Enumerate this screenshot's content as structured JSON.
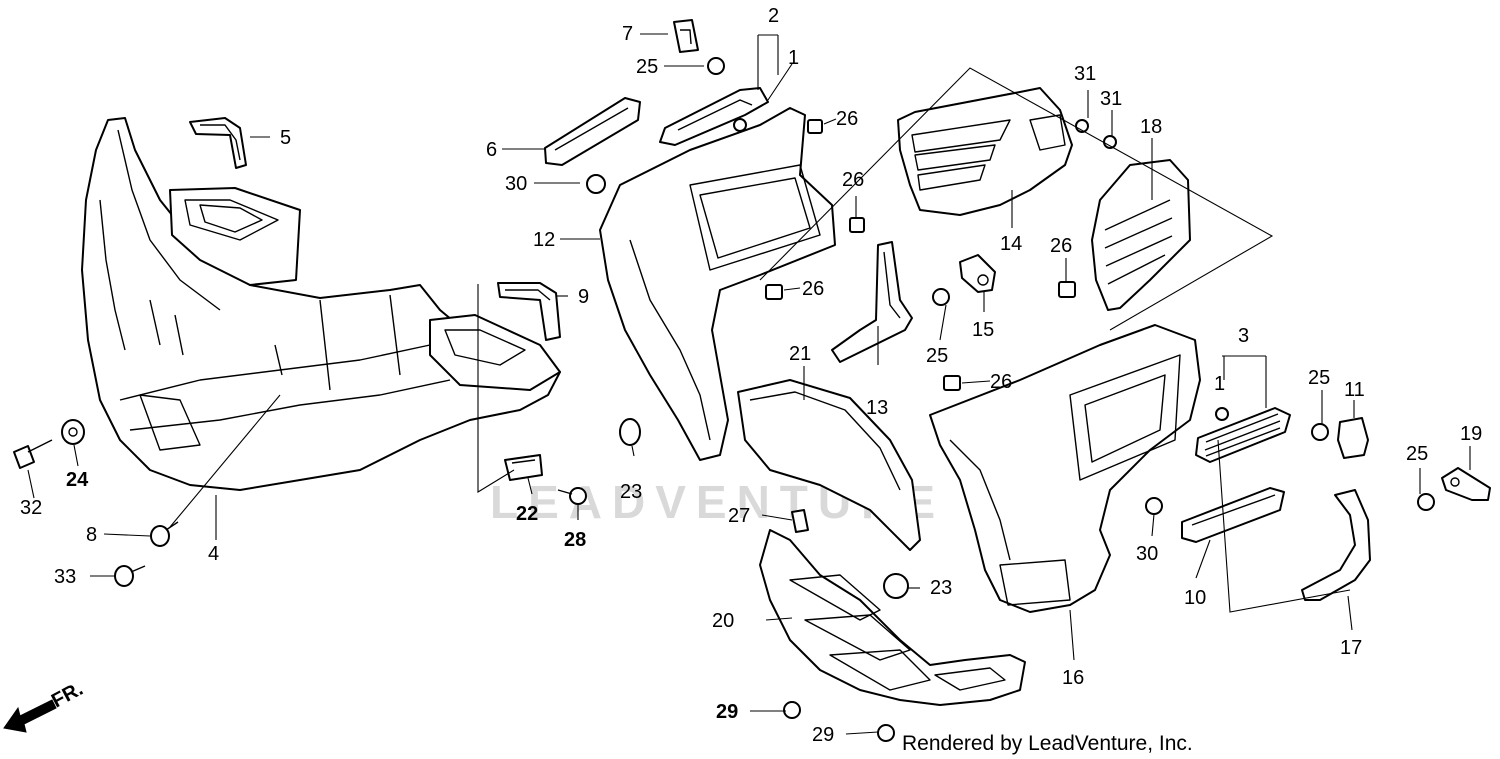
{
  "callouts": {
    "c1a": "1",
    "c1b": "1",
    "c2": "2",
    "c3": "3",
    "c4": "4",
    "c5": "5",
    "c6": "6",
    "c7": "7",
    "c8": "8",
    "c9": "9",
    "c10": "10",
    "c11": "11",
    "c12": "12",
    "c13": "13",
    "c14": "14",
    "c15": "15",
    "c16": "16",
    "c17": "17",
    "c18": "18",
    "c19": "19",
    "c20": "20",
    "c21": "21",
    "c22": "22",
    "c23a": "23",
    "c23b": "23",
    "c24": "24",
    "c25a": "25",
    "c25b": "25",
    "c25c": "25",
    "c25d": "25",
    "c26a": "26",
    "c26b": "26",
    "c26c": "26",
    "c26d": "26",
    "c26e": "26",
    "c27": "27",
    "c28": "28",
    "c29a": "29",
    "c29b": "29",
    "c30a": "30",
    "c30b": "30",
    "c31a": "31",
    "c31b": "31",
    "c32": "32",
    "c33": "33"
  },
  "direction_label": "FR.",
  "watermark": "LEADVENTURE",
  "credit": "Rendered by LeadVenture, Inc."
}
